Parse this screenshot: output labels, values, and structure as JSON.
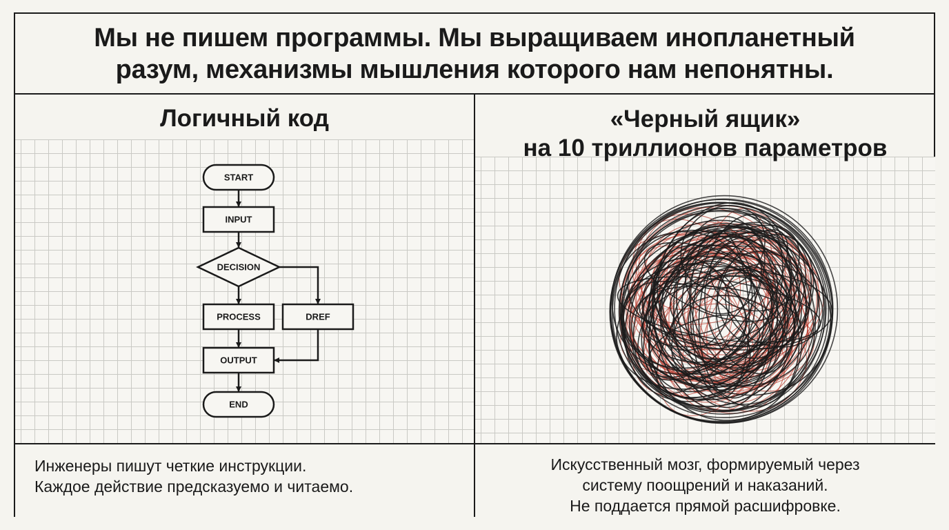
{
  "header": {
    "line1": "Мы не пишем программы. Мы выращиваем инопланетный",
    "line2": "разум, механизмы мышления которого нам непонятны."
  },
  "left": {
    "title": "Логичный код",
    "flowchart": {
      "start": "START",
      "input": "INPUT",
      "decision": "DECISION",
      "process": "PROCESS",
      "dref": "DREF",
      "output": "OUTPUT",
      "end": "END"
    },
    "caption": {
      "line1": "Инженеры пишут четкие инструкции.",
      "line2": "Каждое действие предсказуемо и читаемо."
    }
  },
  "right": {
    "title_line1": "«Черный ящик»",
    "title_line2": "на 10 триллионов параметров",
    "caption": {
      "line1": "Искусственный мозг, формируемый через",
      "line2": "систему поощрений и наказаний.",
      "line3": "Не поддается прямой расшифровке."
    }
  },
  "colors": {
    "ink": "#1a1a1a",
    "red": "#b83a2e",
    "grid": "#c9c9c4",
    "paper": "#f5f4ef"
  }
}
